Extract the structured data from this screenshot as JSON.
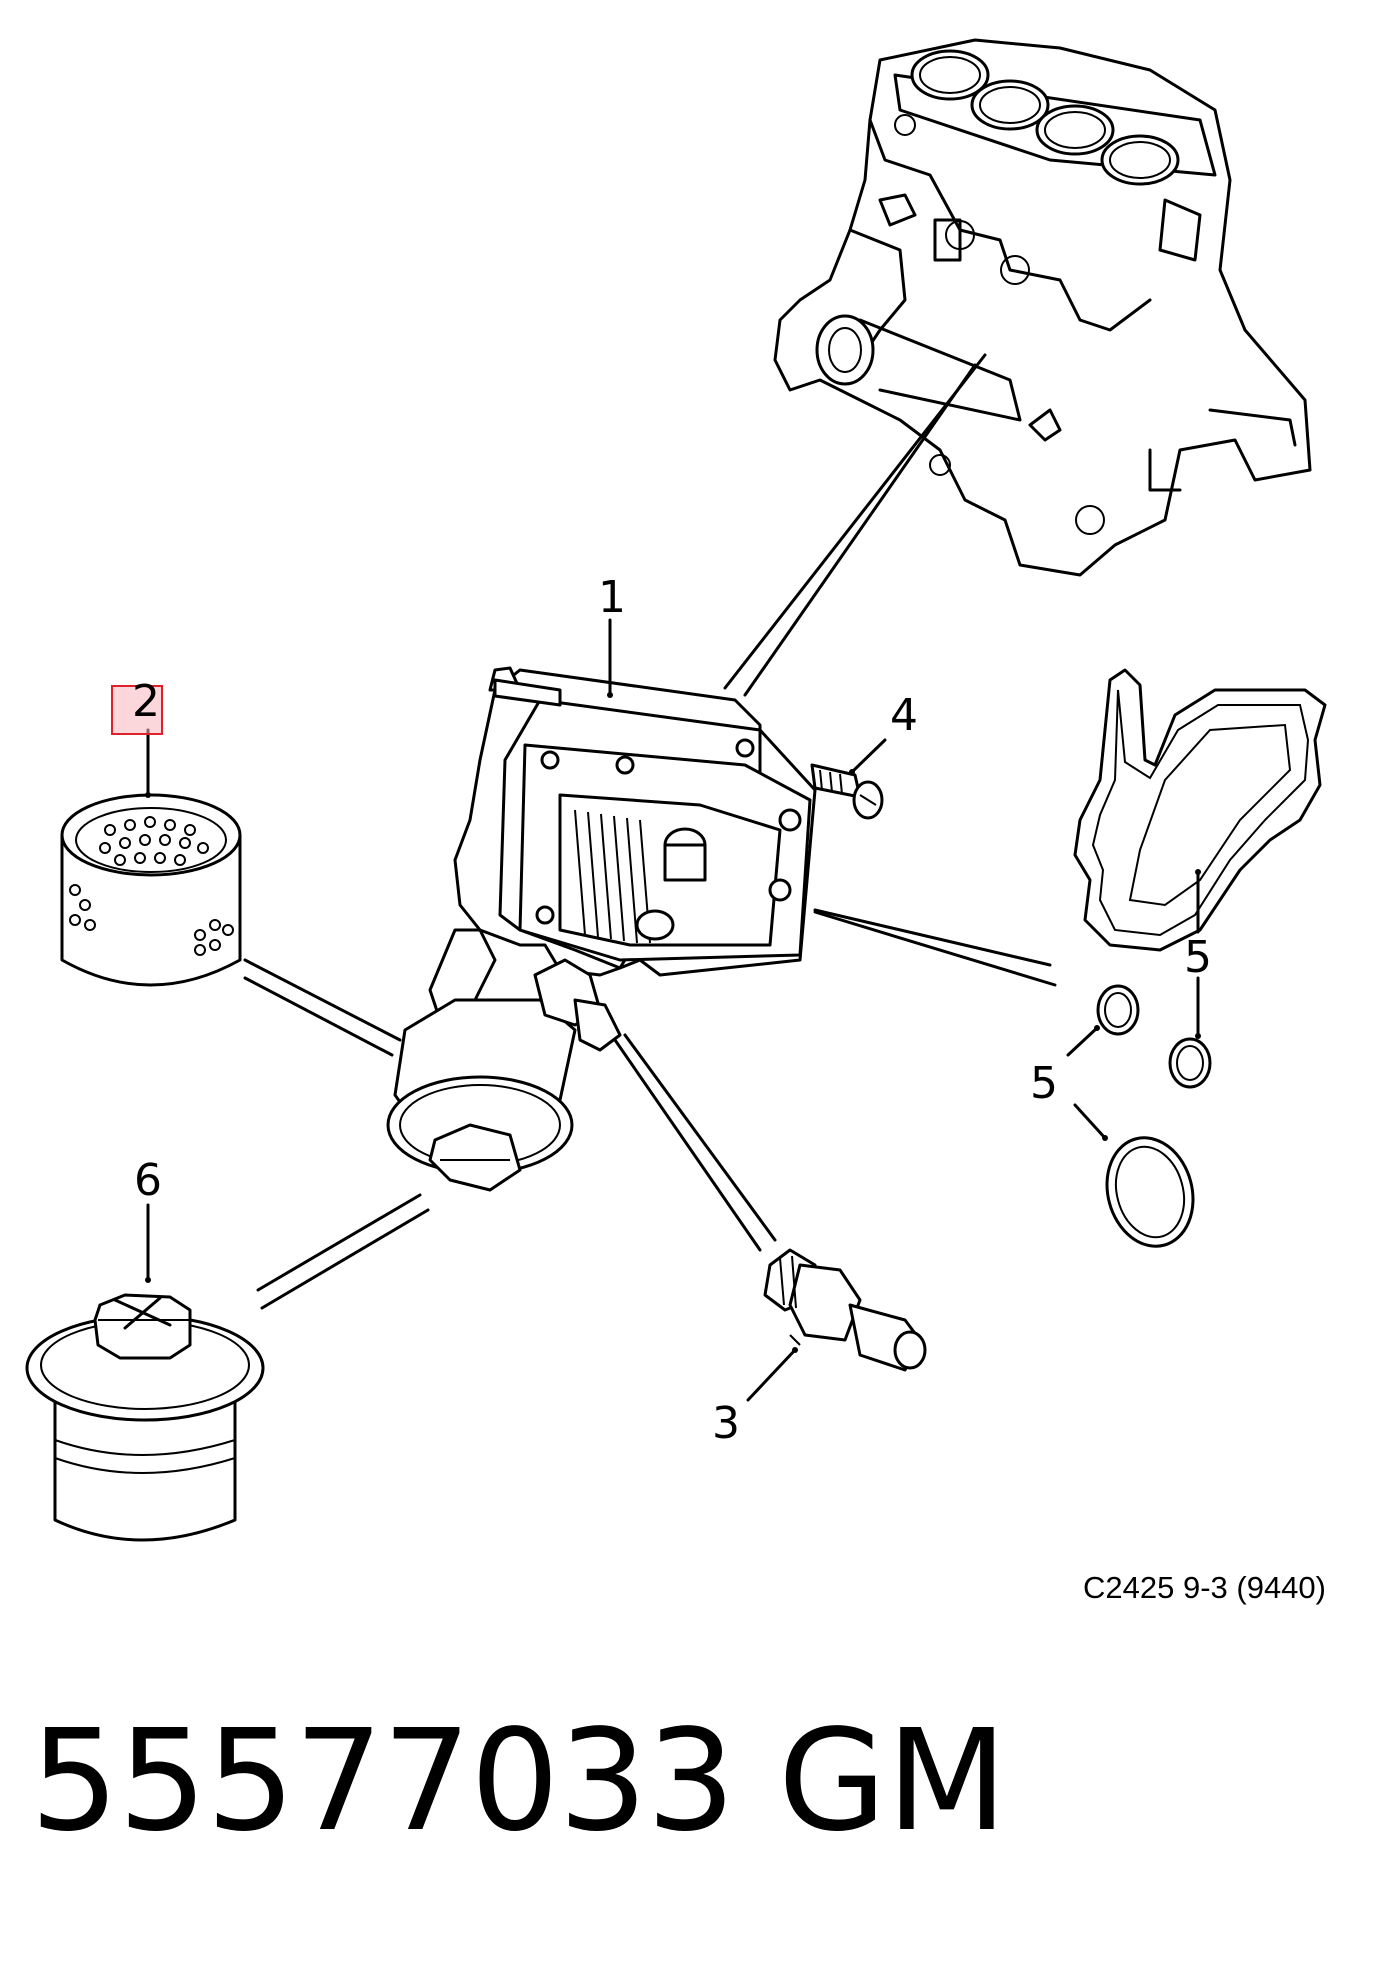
{
  "callouts": {
    "c1": "1",
    "c2": "2",
    "c3": "3",
    "c4": "4",
    "c5a": "5",
    "c5b": "5",
    "c6": "6"
  },
  "diagram_ref": "C2425 9-3 (9440)",
  "part_number": "55577033",
  "brand": "GM",
  "highlight_color": "#f7b6c0"
}
